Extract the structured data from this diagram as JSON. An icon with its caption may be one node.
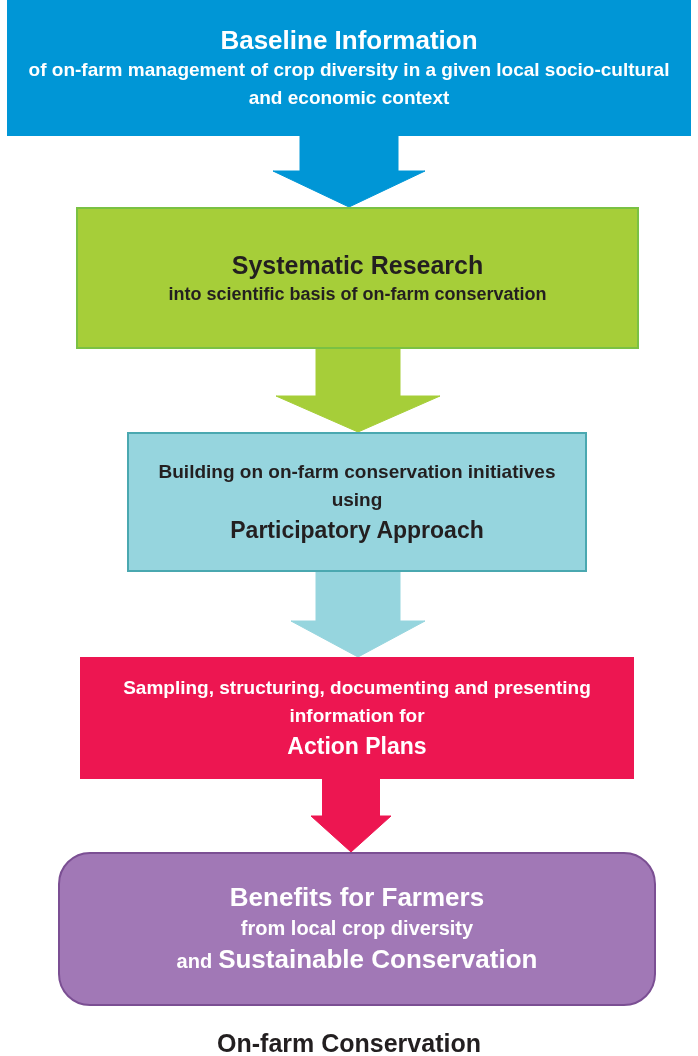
{
  "diagram": {
    "caption": "On-farm Conservation",
    "nodes": [
      {
        "text": [
          "Baseline Information",
          "of on-farm management of crop diversity in a given local socio-cultural and economic context"
        ]
      },
      {
        "text": [
          "Systematic Research",
          "into scientific basis of on-farm conservation"
        ]
      },
      {
        "text": [
          "Building on on-farm conservation initiatives using",
          "Participatory Approach"
        ]
      },
      {
        "text": [
          "Sampling, structuring, documenting and presenting information for",
          "Action Plans"
        ]
      },
      {
        "text": [
          "Benefits for Farmers",
          "from local crop diversity",
          "and",
          "Sustainable Conservation"
        ]
      }
    ],
    "edges": [
      {
        "from": 0,
        "to": 1,
        "arrow": "to",
        "color": "#0096d6"
      },
      {
        "from": 1,
        "to": 2,
        "arrow": "to",
        "color": "#a6ce39"
      },
      {
        "from": 2,
        "to": 3,
        "arrow": "to",
        "color": "#96d5de"
      },
      {
        "from": 3,
        "to": 4,
        "arrow": "to",
        "color": "#ed1651"
      }
    ]
  }
}
